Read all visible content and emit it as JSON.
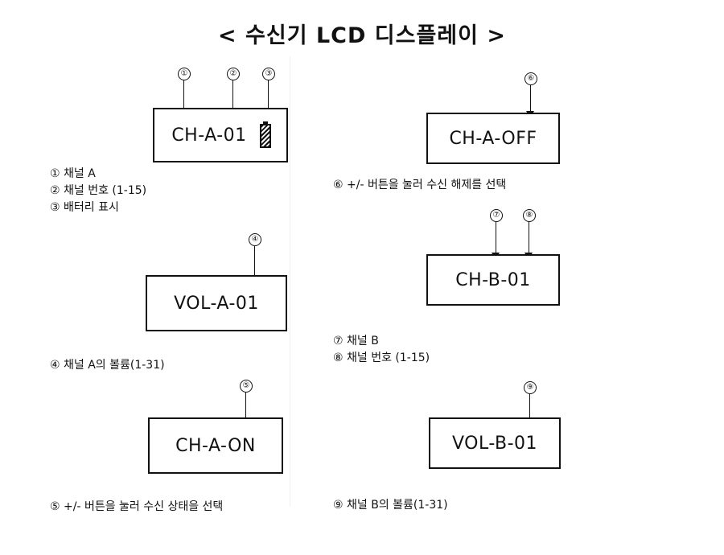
{
  "title": "< 수신기 LCD 디스플레이 >",
  "displays": {
    "ch_a_01": "CH-A-01",
    "ch_a_off": "CH-A-OFF",
    "vol_a_01": "VOL-A-01",
    "ch_b_01": "CH-B-01",
    "ch_a_on": "CH-A-ON",
    "vol_b_01": "VOL-B-01"
  },
  "markers": [
    "①",
    "②",
    "③",
    "④",
    "⑤",
    "⑥",
    "⑦",
    "⑧",
    "⑨"
  ],
  "legends": {
    "group1": [
      "① 채널 A",
      "② 채널 번호 (1-15)",
      "③ 배터리 표시"
    ],
    "item4": "④ 채널 A의 볼륨(1-31)",
    "item5": "⑤ +/- 버튼을 눌러 수신 상태을 선택",
    "item6": "⑥ +/- 버튼을 눌러 수신 해제를 선택",
    "group78": [
      "⑦ 채널 B",
      "⑧ 채널 번호 (1-15)"
    ],
    "item9": "⑨ 채널 B의 볼륨(1-31)"
  },
  "icons": {
    "battery": "battery-icon"
  }
}
